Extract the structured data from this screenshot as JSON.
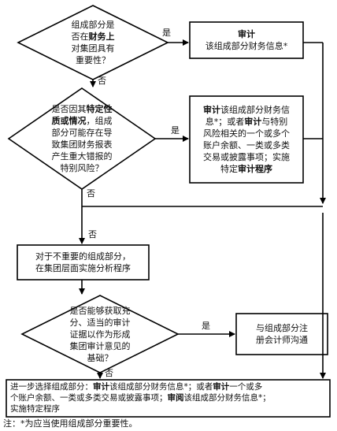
{
  "decision1": {
    "l1": "组成部分是",
    "l2a": "否在",
    "l2b": "财务上",
    "l3": "对集团具有",
    "l4": "重要性？"
  },
  "box1": {
    "title": "审计",
    "text": "该组成部分财务信息*"
  },
  "decision2": {
    "l1a": "是否因其",
    "l1b": "特定性",
    "l2a": "质或情况",
    "l2b": "，组成",
    "l3": "部分可能存在导",
    "l4": "致集团财务报表",
    "l5": "产生重大错报的",
    "l6": "特别风险？"
  },
  "box2": {
    "l1a": "审计",
    "l1b": "该组成部分财务信",
    "l2a": "息*；或者",
    "l2b": "审计",
    "l2c": "与特别",
    "l3": "风险相关的一个或多个",
    "l4": "账户余额、一类或多类",
    "l5": "交易或披露事项；实施",
    "l6a": "特定",
    "l6b": "审计程序"
  },
  "box3": {
    "l1": "对于不重要的组成部分，",
    "l2": "在集团层面实施分析程序"
  },
  "decision3": {
    "l1": "是否能够获取充",
    "l2": "分、适当的审计",
    "l3": "证据以作为形成",
    "l4": "集团审计意见的",
    "l5": "基础？"
  },
  "box4": {
    "l1": "与组成部分注",
    "l2": "册会计师沟通"
  },
  "box5": {
    "l1a": "进一步选择组成部分：",
    "l1b": "审计",
    "l1c": "该组成部分财务信息*；或者",
    "l1d": "审计",
    "l1e": "一个或多",
    "l2a": "个账户余额、一类或多类交易或披露事项；",
    "l2b": "审阅",
    "l2c": "该组成部分财务信息*；",
    "l3": "实施特定程序"
  },
  "labels": {
    "yes1": "是",
    "no1": "否",
    "yes2": "是",
    "no2": "否",
    "no2b": "否",
    "yes3": "是",
    "no3": "否"
  },
  "note": "注：*为应当使用组成部分重要性。"
}
